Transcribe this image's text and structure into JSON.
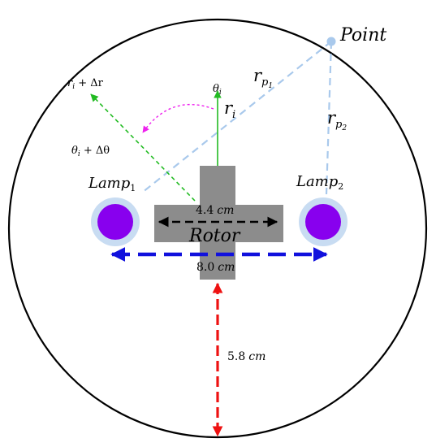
{
  "labels": {
    "point": "Point",
    "r_p1": "r",
    "r_p1_sub": "p",
    "r_p1_subsub": "1",
    "r_p2": "r",
    "r_p2_sub": "p",
    "r_p2_subsub": "2",
    "theta_i": "θ",
    "theta_i_sub": "i",
    "r_i": "r",
    "r_i_sub": "i",
    "r_i_dr": "r",
    "r_i_dr_sub": "i",
    "r_i_dr_rest": " + Δr",
    "theta_dtheta": "θ",
    "theta_dtheta_sub": "i",
    "theta_dtheta_rest": " + Δθ",
    "lamp1": "Lamp",
    "lamp1_sub": "1",
    "lamp2": "Lamp",
    "lamp2_sub": "2",
    "rotor": "Rotor",
    "dim_rotor_value": "4.4",
    "dim_rotor_unit": "cm",
    "dim_lamps_value": "8.0",
    "dim_lamps_unit": "cm",
    "dim_bottom_value": "5.8",
    "dim_bottom_unit": "cm"
  },
  "colors": {
    "circle": "#000000",
    "rotor": "#8c8c8c",
    "lamp": "#8800ee",
    "lamp_halo": "#c8dcf2",
    "point_lines": "#a9c9ec",
    "green": "#22bb22",
    "magenta": "#ee22ee",
    "blue": "#1111dd",
    "red": "#ee1111",
    "black_arrow": "#000000"
  }
}
